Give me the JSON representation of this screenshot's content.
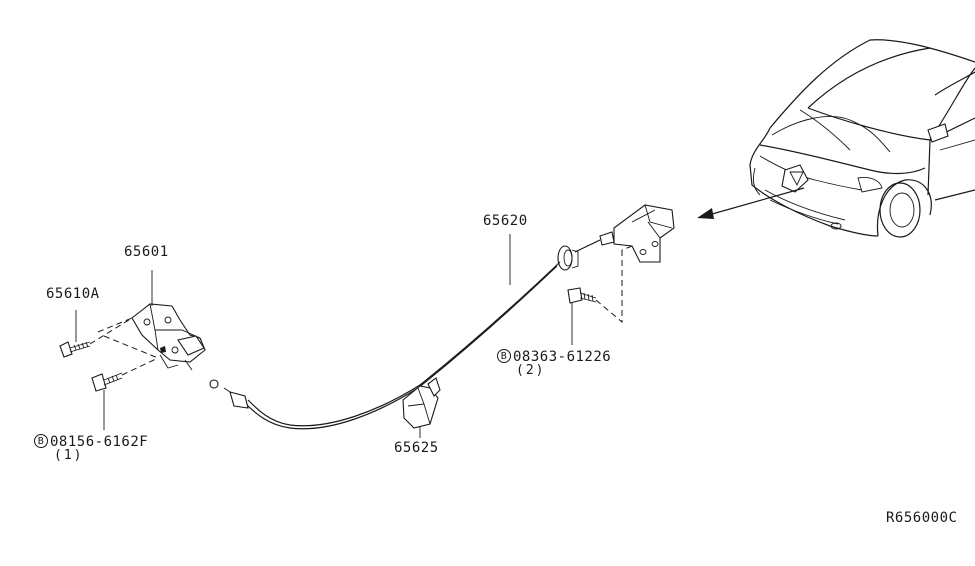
{
  "diagram": {
    "callouts": [
      {
        "id": "hood-lock",
        "text": "65601"
      },
      {
        "id": "lock-bolt",
        "text": "65610A"
      },
      {
        "id": "cable",
        "text": "65620"
      },
      {
        "id": "cable-clip",
        "text": "65625"
      },
      {
        "id": "bolt-a",
        "prefix": "B",
        "text": "08156-6162F",
        "qty": "(1)"
      },
      {
        "id": "bolt-b",
        "prefix": "B",
        "text": "08363-61226",
        "qty": "(2)"
      }
    ],
    "reference_code": "R656000C"
  }
}
